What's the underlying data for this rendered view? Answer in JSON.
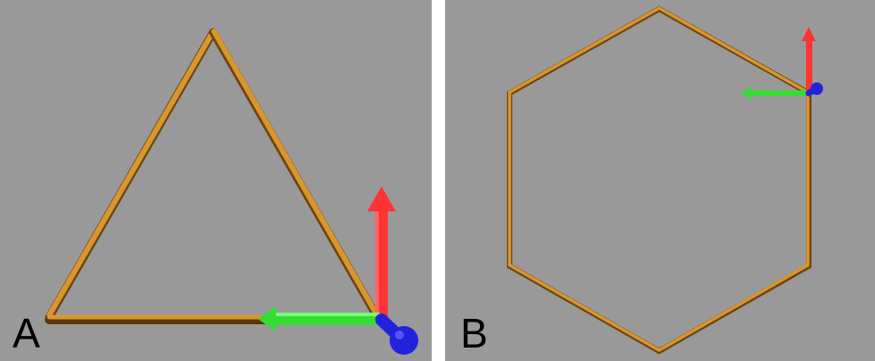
{
  "panels": [
    {
      "label": "A",
      "shape": "triangle"
    },
    {
      "label": "B",
      "shape": "hexagon"
    }
  ],
  "colors": {
    "background": "#999999",
    "rod": "#C8862A",
    "axis_x": "#FF3333",
    "axis_y": "#33DD33",
    "axis_z": "#2222DD"
  }
}
